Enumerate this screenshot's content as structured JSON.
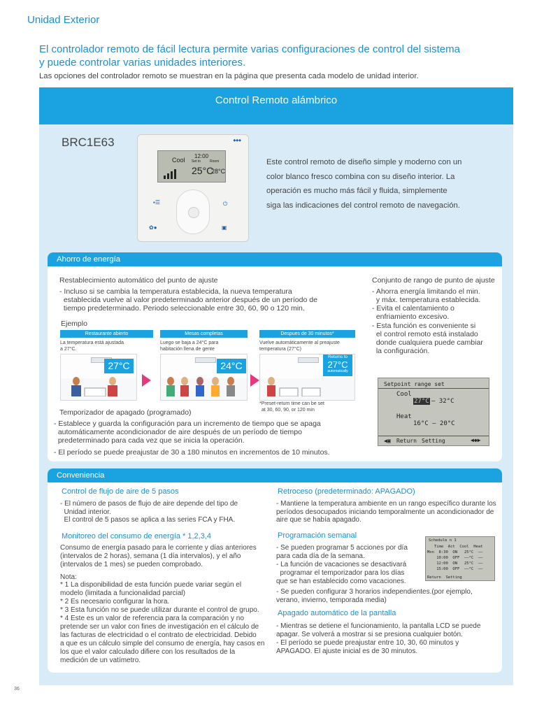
{
  "header": {
    "section_title": "Unidad Exterior",
    "intro_line1": "El controlador remoto de fácil lectura permite varias configuraciones de control del sistema",
    "intro_line2": "y puede controlar varias unidades interiores.",
    "intro_sub": "Las opciones del controlador remoto se muestran en la página que presenta cada modelo de unidad interior."
  },
  "panel": {
    "title": "Control Remoto alámbrico",
    "model": "BRC1E63",
    "remote_lcd": {
      "mode": "Cool",
      "time": "12:00",
      "set_label": "Set to",
      "room_label": "Room",
      "set_temp": "25°C",
      "room_temp": "28°C"
    },
    "description": [
      "Este control remoto de diseño simple y moderno con un",
      "color blanco fresco combina con su diseño interior. La",
      "operación es mucho más fácil y fluida, simplemente",
      "siga las indicaciones del control remoto de navegación."
    ]
  },
  "energy": {
    "title": "Ahorro de energía",
    "auto_reset_title": "Restablecimiento automático del punto de ajuste",
    "auto_reset_lines": [
      "- Incluso si se cambia la temperatura establecida, la nueva temperatura",
      "  establecida vuelve al valor predeterminado anterior después de un período de",
      "  tiempo predeterminado. Periodo seleccionable entre 30, 60, 90 o 120 min."
    ],
    "example_label": "Ejemplo",
    "examples": [
      {
        "label": "Restaurante abierto",
        "text1": "La temperatura está ajustada",
        "text2": "a 27°C.",
        "temp": "27°C"
      },
      {
        "label": "Mesas completas",
        "text1": "Luego se baja a 24°C para",
        "text2": "habitación llena de gente",
        "temp": "24°C"
      },
      {
        "label": "Despues de 30 minutos*",
        "text1": "Vuelve automáticamente al preajuste",
        "text2": "temperatura (27°C)",
        "temp": "27°C",
        "badge_top": "Returns to",
        "badge_bottom": "automatically"
      }
    ],
    "preset_note1": "*Preset-return time can be set",
    "preset_note2": "at 30, 60, 90, or 120 min",
    "timer_title": "Temporizador de apagado (programado)",
    "timer_lines": [
      "- Establece y guarda la configuración para un incremento de tiempo que se apaga",
      "  automáticamente acondicionador de aire después de un período de tiempo",
      "  predeterminado para cada vez que se inicia la operación.",
      "- El período se puede preajustar de 30 a 180 minutos en incrementos de 10 minutos."
    ],
    "range_title": "Conjunto de rango de punto de ajuste",
    "range_lines": [
      "- Ahorra energía limitando el min.",
      "  y máx. temperatura establecida.",
      "- Evita el calentamiento o",
      "  enfriamiento excesivo.",
      "- Esta función es conveniente si",
      "  el control remoto está instalado",
      "  donde cualquiera puede cambiar",
      "  la configuración."
    ],
    "range_screen": {
      "title": "Setpoint range set",
      "cool_label": "Cool",
      "cool_low": "27°C",
      "cool_high": "– 32°C",
      "heat_label": "Heat",
      "heat_range": "16°C – 20°C",
      "footer_left": "Return",
      "footer_right": "Setting"
    }
  },
  "convenience": {
    "title": "Conveniencia",
    "airflow_title": "Control de flujo de aire de 5 pasos",
    "airflow_lines": [
      "- El número de pasos de flujo de aire depende del tipo de",
      "  Unidad interior.",
      "  El control de 5 pasos se aplica a las series FCA y FHA."
    ],
    "monitor_title": "Monitoreo del consumo de energía * 1,2,3,4",
    "monitor_lines": [
      "Consumo de energía pasado para le corriente y días anteriores",
      "(intervalos de 2 horas), semana (1 día intervalos), y el año",
      "(intervalos de 1 mes) se pueden comprobado."
    ],
    "note_lines": [
      "Nota:",
      "* 1 La disponibilidad de esta función puede variar según el",
      "modelo (limitada a funcionalidad parcial)",
      "* 2 Es necesario configurar la hora.",
      "* 3 Esta función no se puede utilizar durante el control de grupo.",
      "* 4 Este es un valor de referencia para la comparación y no",
      "pretende ser un valor con fines de investigación en el cálculo de",
      "las facturas de electricidad o el contrato de electricidad. Debido",
      "a que es un cálculo simple del consumo de energía, hay casos en",
      "los que el valor calculado difiere con los resultados de la",
      "medición de un vatímetro."
    ],
    "setback_title": "Retroceso (predeterminado: APAGADO)",
    "setback_lines": [
      "- Mantiene la temperatura ambiente en un rango específico durante los",
      "períodos desocupados iniciando temporalmente un acondicionador de",
      "aire que se había apagado."
    ],
    "weekly_title": "Programación semanal",
    "weekly_lines": [
      "- Se pueden programar 5 acciones por día",
      "para cada día de la semana.",
      "- La función de vacaciones se desactivará",
      "  programar el temporizador para los días",
      "que se han establecido como vacaciones.",
      "- Se pueden configurar 3 horarios independientes.(por ejemplo,",
      "verano, invierno, temporada media)"
    ],
    "schedule_screen": {
      "title": "Schedule  n 1",
      "head": "   Time  Act  Cool  Heat",
      "rows": [
        "Mon  8:30  ON   25°C  ––",
        "    10:00  OFF  ––°C  ––",
        "    12:00  ON   25°C  ––",
        "    15:00  OFF  ––°C  ––"
      ],
      "footer": "Return  Setting"
    },
    "lcd_off_title": "Apagado automático de la pantalla",
    "lcd_off_lines": [
      "- Mientras se detiene el funcionamiento, la pantalla LCD se puede",
      "apagar. Se volverá a mostrar si se presiona cualquier botón.",
      "- El período se puede preajustar entre 10, 30, 60 minutos y",
      "APAGADO.  El ajuste inicial es de 30 minutos."
    ]
  },
  "footer": {
    "page_number": "36"
  },
  "colors": {
    "accent": "#1aa3e0",
    "panel_bg": "#d9ebf7",
    "arrow": "#e5397f"
  }
}
